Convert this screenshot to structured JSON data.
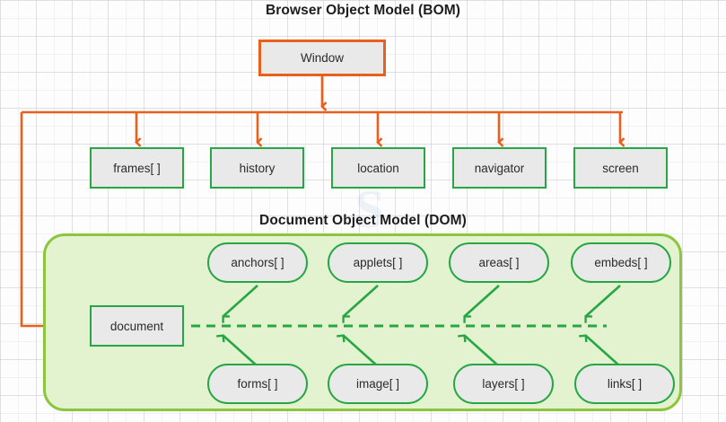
{
  "diagram": {
    "type": "browser-object-model-hierarchy",
    "background": {
      "grid": true,
      "grid_color": "#b4b4be",
      "page_color": "#fdfdfd"
    },
    "watermark": "S",
    "sections": [
      {
        "id": "bom",
        "title": "Browser Object Model (BOM)",
        "accent_color": "#e8601c"
      },
      {
        "id": "dom",
        "title": "Document Object Model (DOM)",
        "accent_color": "#8cc63e",
        "panel_fill": "#e4f3cf"
      }
    ],
    "root_node": {
      "label": "Window",
      "border_color": "#e8601c",
      "fill": "#e9e9e9"
    },
    "bom_children": [
      {
        "label": "frames[ ]"
      },
      {
        "label": "history"
      },
      {
        "label": "location"
      },
      {
        "label": "navigator"
      },
      {
        "label": "screen"
      }
    ],
    "document_node": {
      "label": "document",
      "border_color": "#26a744",
      "fill": "#e9e9e9"
    },
    "dom_top_children": [
      {
        "label": "anchors[ ]"
      },
      {
        "label": "applets[ ]"
      },
      {
        "label": "areas[ ]"
      },
      {
        "label": "embeds[ ]"
      }
    ],
    "dom_bottom_children": [
      {
        "label": "forms[ ]"
      },
      {
        "label": "image[ ]"
      },
      {
        "label": "layers[ ]"
      },
      {
        "label": "links[ ]"
      }
    ],
    "colors": {
      "orange": "#e8601c",
      "green": "#26a744",
      "panel_border": "#8cc63e",
      "panel_fill": "#e4f3cf",
      "node_fill": "#e9e9e9",
      "text": "#2b2b2b"
    }
  }
}
